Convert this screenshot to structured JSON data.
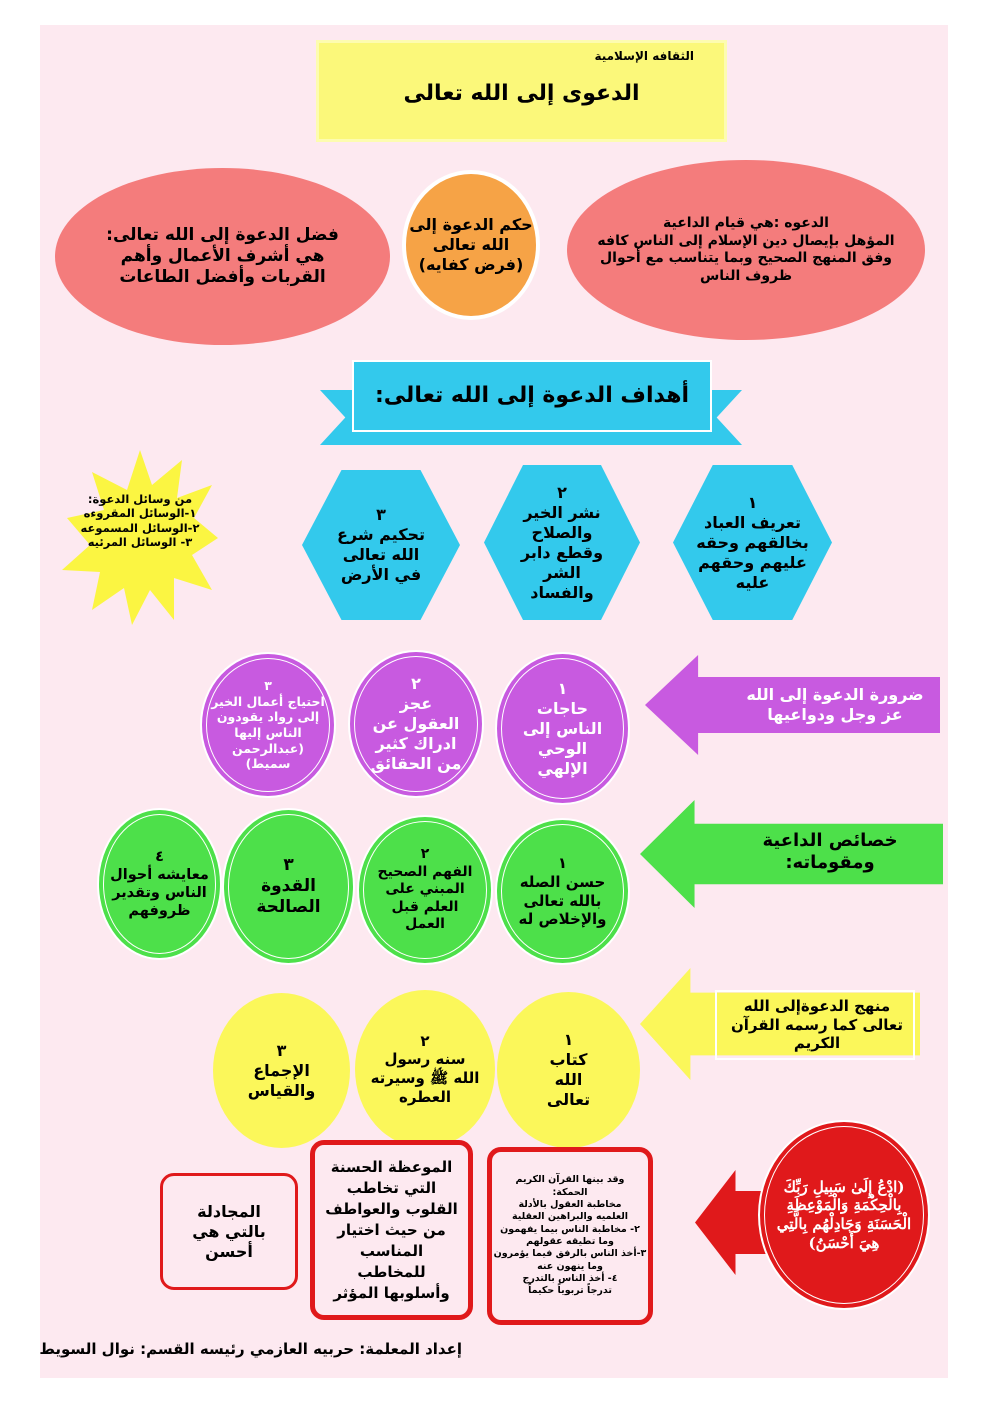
{
  "header": {
    "subject": "الثقافه الإسلامية",
    "title": "الدعوى إلى الله تعالى"
  },
  "definition": [
    "الدعوه :هي قيام الداعية",
    "المؤهل بإيصال دين الإسلام إلى الناس كافه",
    "وفق المنهج الصحيح وبما يتناسب مع أحوال",
    "ظروف الناس"
  ],
  "ruling": [
    "حكم الدعوة إلى",
    "الله تعالى",
    "(فرض كفايه)"
  ],
  "virtue": [
    "فضل الدعوة إلى الله تعالى:",
    "هي أشرف الأعمال وأهم",
    "القربات وأفضل الطاعات"
  ],
  "goals_title": "أهداف الدعوة إلى الله تعالى:",
  "goals": [
    {
      "num": "١",
      "text": "تعريف العباد بخالقهم وحقه عليهم وحقهم عليه"
    },
    {
      "num": "٢",
      "text": "نشر الخير والصلاح وقطع دابر الشر والفساد"
    },
    {
      "num": "٣",
      "text": "تحكيم شرع الله تعالى في الأرض"
    }
  ],
  "means": {
    "title": "من وسائل الدعوة:",
    "items": [
      "١-الوسائل المقروءه",
      "٢-الوسائل المسموعه",
      "٣- الوسائل المرئيه"
    ]
  },
  "necessity": {
    "label": "ضرورة الدعوة إلى الله عز وجل ودواعيها",
    "items": [
      {
        "num": "١",
        "text": "حاجات الناس إلى الوحي الإلهي"
      },
      {
        "num": "٢",
        "text": "عجز العقول عن ادراك كثير من الحقائق"
      },
      {
        "num": "٣",
        "text": "احتياج أعمال الخير إلى رواد يقودون الناس إليها (عبدالرحمن سميط)"
      }
    ]
  },
  "traits": {
    "label": "خصائص الداعية ومقوماته:",
    "items": [
      {
        "num": "١",
        "text": "حسن الصله بالله تعالى والإخلاص له"
      },
      {
        "num": "٢",
        "text": "الفهم الصحيح المبني على العلم قبل العمل"
      },
      {
        "num": "٣",
        "text": "القدوة الصالحة"
      },
      {
        "num": "٤",
        "text": "معايشه أحوال الناس وتقدير ظروفهم"
      }
    ]
  },
  "method": {
    "label": "منهج الدعوةإلى الله تعالى كما رسمه القرآن الكريم",
    "items": [
      {
        "num": "١",
        "text": "كتاب الله تعالى"
      },
      {
        "num": "٢",
        "text": "سنه رسول الله ﷺ وسيرته العطره"
      },
      {
        "num": "٣",
        "text": "الإجماع والقياس"
      }
    ]
  },
  "verse": "(ادْعُ إِلَىٰ سَبِيلِ رَبِّكَ بِالْحِكْمَةِ وَالْمَوْعِظَةِ الْحَسَنَةِ وَجَادِلْهُم بِالَّتِي هِيَ أَحْسَنُ)",
  "wisdom": [
    "وقد بينها القرآن الكريم",
    "الحمكة:",
    "مخاطبة العقول بالأدلة",
    "العلميه والبراهين العقلية",
    "٢- مخاطبة الناس بيما يفهمون",
    "وما تطيقه عقولهم",
    "٣-أخذ الناس بالرفق فيما يؤمرون",
    "وما ينهون عنه",
    "٤- أخذ الناس بالتدرج",
    "تدرجاً تربوياً حكيماً"
  ],
  "exhortation": "الموعظة الحسنة التي تخاطب القلوب والعواطف من حيث اختيار المناسب للمخاطب وأسلوبها المؤثر",
  "debate": "المجادلة بالتي هي أحسن",
  "footer": "إعداد المعلمة: حربيه العازمي رئيسه القسم: نوال السويط"
}
